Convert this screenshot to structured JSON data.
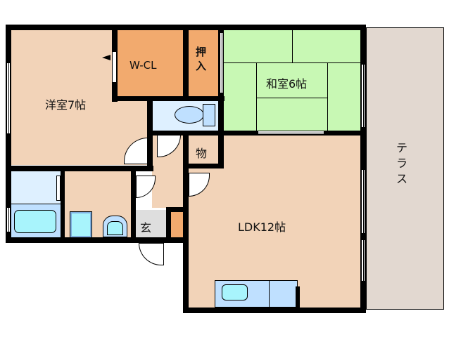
{
  "floorplan": {
    "rooms": {
      "western_room": {
        "label": "洋室7帖",
        "color": "#f2d3b8"
      },
      "walk_in_closet": {
        "label": "W-CL",
        "color": "#f2aa6e"
      },
      "closet": {
        "label": "押入",
        "color": "#f2aa6e"
      },
      "japanese_room": {
        "label": "和室6帖",
        "color": "#c8f8b4"
      },
      "storage": {
        "label": "物",
        "color": "#f2aa6e"
      },
      "ldk": {
        "label": "LDK12帖",
        "color": "#f2d3b8"
      },
      "entrance": {
        "label": "玄",
        "color": "#dedede"
      },
      "terrace": {
        "label": "テラス",
        "color": "#e2d8d0"
      },
      "toilet": {
        "color": "#def0ff"
      },
      "bathroom": {
        "color": "#def0ff"
      },
      "washroom": {
        "color": "#f2d3b8"
      },
      "hallway": {
        "color": "#f2d3b8"
      }
    },
    "fixtures": [
      "toilet",
      "bathtub",
      "washing-machine",
      "washbasin",
      "kitchen-counter",
      "sink",
      "shoe-cabinet"
    ],
    "colors": {
      "wall": "#000000",
      "fixture_blue": "#bfe0ff",
      "fixture_cyan": "#a8f4fc"
    }
  }
}
